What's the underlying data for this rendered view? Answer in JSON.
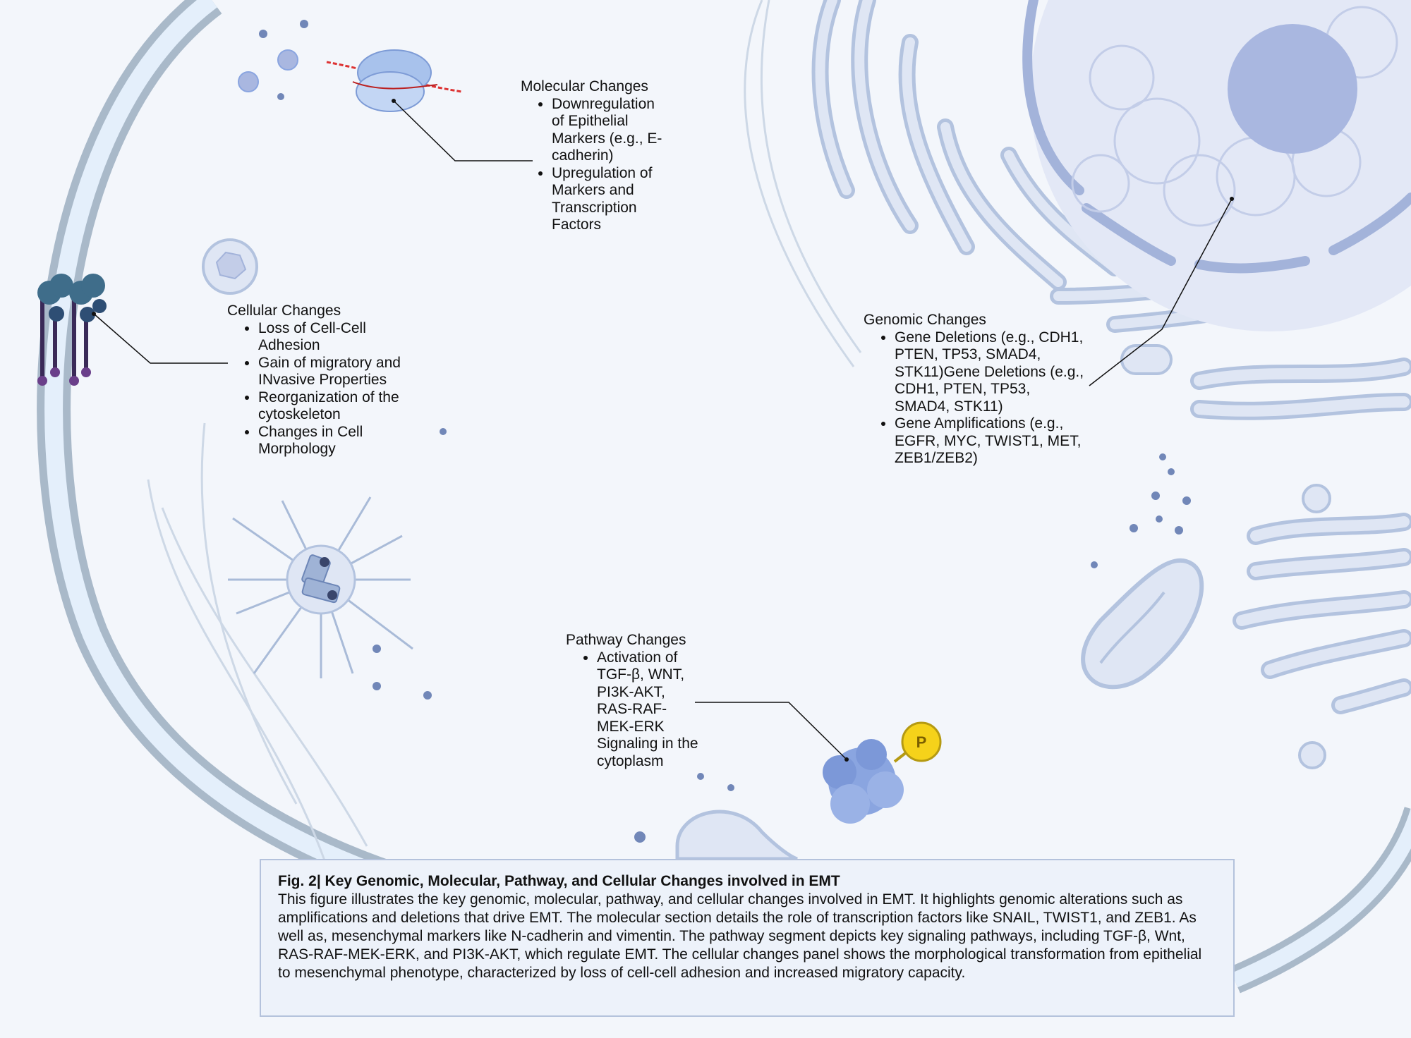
{
  "molecular": {
    "title": "Molecular Changes",
    "items": [
      {
        "text": "Downregulation of Epithelial Markers (e.g., E-cadherin)"
      },
      {
        "text": "Upregulation of Markers and Transcription Factors"
      }
    ]
  },
  "cellular": {
    "title": "Cellular Changes",
    "items": [
      {
        "text": "Loss of Cell-Cell Adhesion"
      },
      {
        "text": "Gain of migratory and INvasive Properties"
      },
      {
        "text": "Reorganization of the cytoskeleton"
      },
      {
        "text": "Changes in Cell Morphology"
      }
    ]
  },
  "genomic": {
    "title": "Genomic Changes",
    "items": [
      {
        "text": "Gene Deletions (e.g., CDH1, PTEN, TP53, SMAD4, STK11)Gene Deletions (e.g., CDH1, PTEN, TP53, SMAD4, STK11)"
      },
      {
        "text": "Gene Amplifications (e.g., EGFR, MYC, TWIST1, MET, ZEB1/ZEB2)"
      }
    ]
  },
  "pathway": {
    "title": "Pathway Changes",
    "items": [
      {
        "text": "Activation of TGF-β, WNT, PI3K-AKT, RAS-RAF-MEK-ERK Signaling in the cytoplasm"
      }
    ],
    "phospho_label": "P"
  },
  "caption": {
    "title": "Fig. 2| Key Genomic, Molecular, Pathway, and Cellular Changes involved in EMT",
    "body": "This figure illustrates the key genomic, molecular, pathway, and cellular changes involved in EMT. It highlights genomic alterations such as amplifications and deletions that drive EMT. The molecular section details the role of transcription factors like SNAIL, TWIST1, and ZEB1. As well as, mesenchymal markers like N-cadherin and vimentin. The pathway segment depicts key signaling pathways, including TGF-β, Wnt, RAS-RAF-MEK-ERK, and PI3K-AKT, which regulate EMT. The cellular changes panel shows the morphological transformation from epithelial to mesenchymal phenotype, characterized by loss of cell-cell adhesion and increased migratory capacity."
  },
  "colors": {
    "background": "#f3f6fb",
    "membrane": "#a9b9c9",
    "membrane_inner": "#e4effb",
    "organelle_fill": "#dfe6f4",
    "organelle_stroke": "#b3c3df",
    "nucleus": "#e3e8f6",
    "nuclear_envelope": "#a3b3da",
    "nucleolus": "#a9b7e0",
    "protein": "#8aa5e0",
    "phosphate": "#f5d21a",
    "receptor_head": "#3f6d8a",
    "receptor_stalk": "#3a2a58",
    "vesicle": "#7187b8"
  }
}
